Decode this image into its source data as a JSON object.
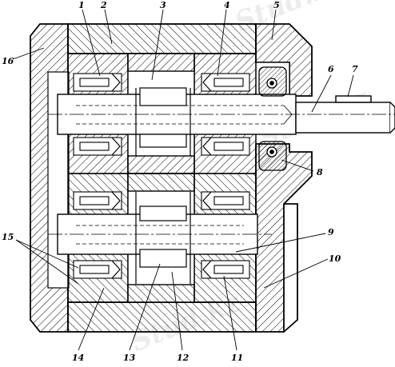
{
  "labels": {
    "l1": "1",
    "l2": "2",
    "l3": "3",
    "l4": "4",
    "l5": "5",
    "l6": "6",
    "l7": "7",
    "l8": "8",
    "l9": "9",
    "l10": "10",
    "l11": "11",
    "l12": "12",
    "l13": "13",
    "l14": "14",
    "l15": "15",
    "l16": "16"
  },
  "watermark": {
    "text_top": "Stud.kz",
    "text_mid": "Stud.kz",
    "text_bottom": "Stud.kz"
  }
}
